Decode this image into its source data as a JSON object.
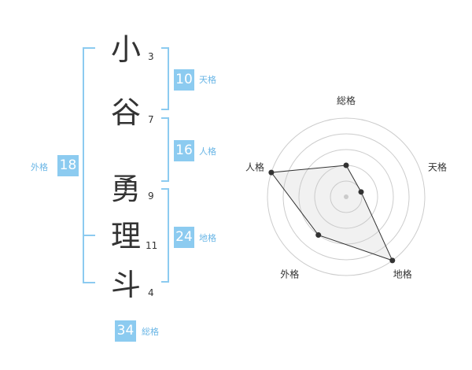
{
  "name": {
    "chars": [
      {
        "char": "小",
        "strokes": "3"
      },
      {
        "char": "谷",
        "strokes": "7"
      },
      {
        "char": "勇",
        "strokes": "9"
      },
      {
        "char": "理",
        "strokes": "11"
      },
      {
        "char": "斗",
        "strokes": "4"
      }
    ]
  },
  "fortunes": {
    "tenkaku": {
      "value": "10",
      "label": "天格"
    },
    "jinkaku": {
      "value": "16",
      "label": "人格"
    },
    "chikaku": {
      "value": "24",
      "label": "地格"
    },
    "gaikaku": {
      "value": "18",
      "label": "外格"
    },
    "soukaku": {
      "value": "34",
      "label": "総格"
    }
  },
  "colors": {
    "accent": "#8ccbf0",
    "label": "#6ab6e6",
    "text": "#333333"
  },
  "chart_data": {
    "type": "radar",
    "axes": [
      "総格",
      "天格",
      "地格",
      "外格",
      "人格"
    ],
    "values": [
      2,
      1,
      5,
      3,
      5
    ],
    "rlim": [
      0,
      5
    ],
    "grid": true
  }
}
